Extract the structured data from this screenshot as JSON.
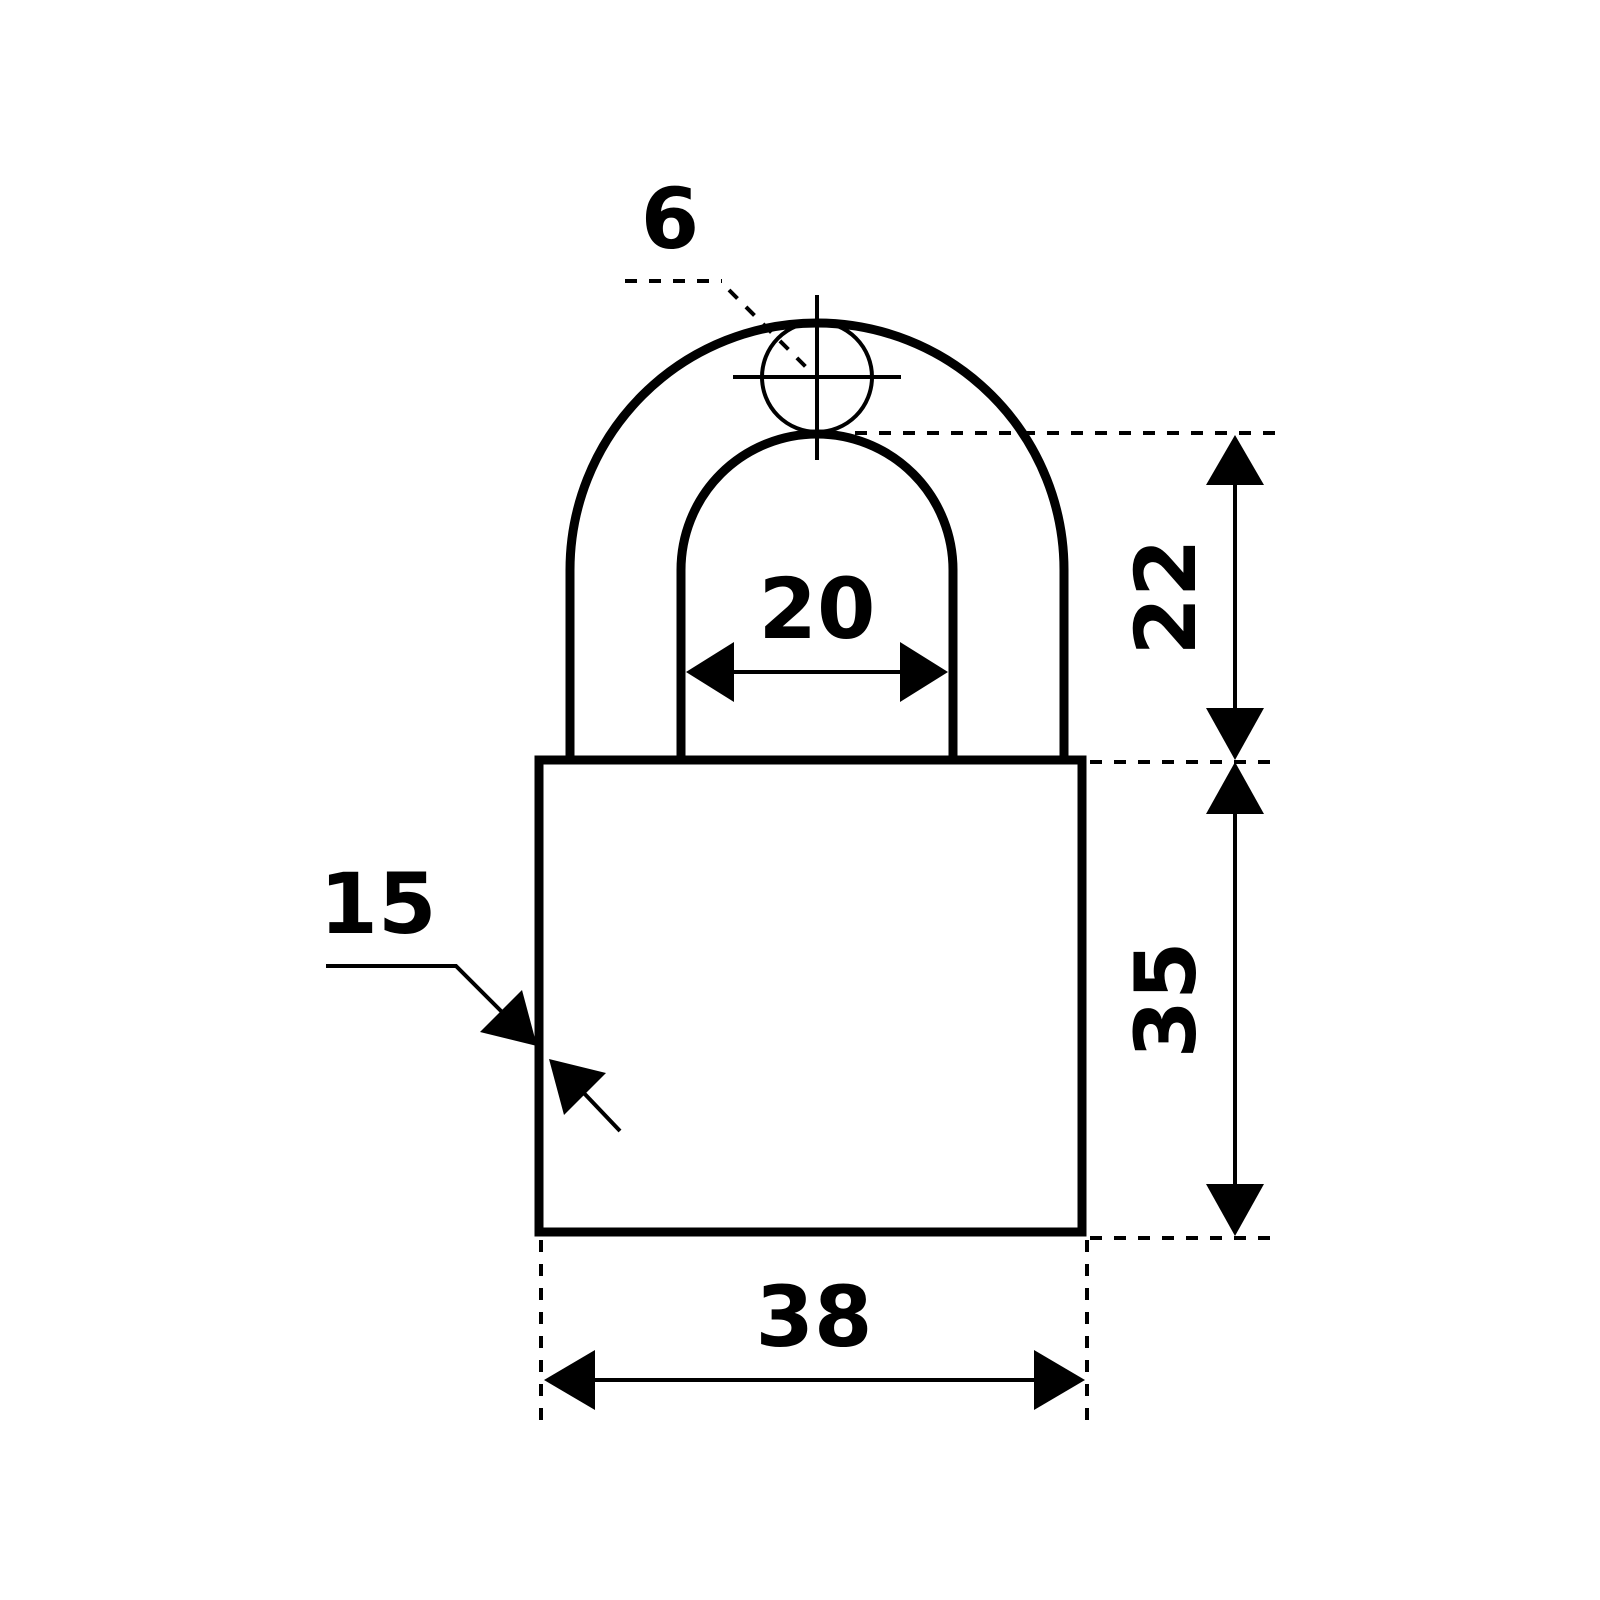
{
  "dimensions": {
    "wire_diameter": "6",
    "shackle_inner_width": "20",
    "shackle_clearance": "22",
    "body_height": "35",
    "body_thickness": "15",
    "body_width": "38"
  },
  "colors": {
    "line": "#000000",
    "background": "#ffffff"
  }
}
